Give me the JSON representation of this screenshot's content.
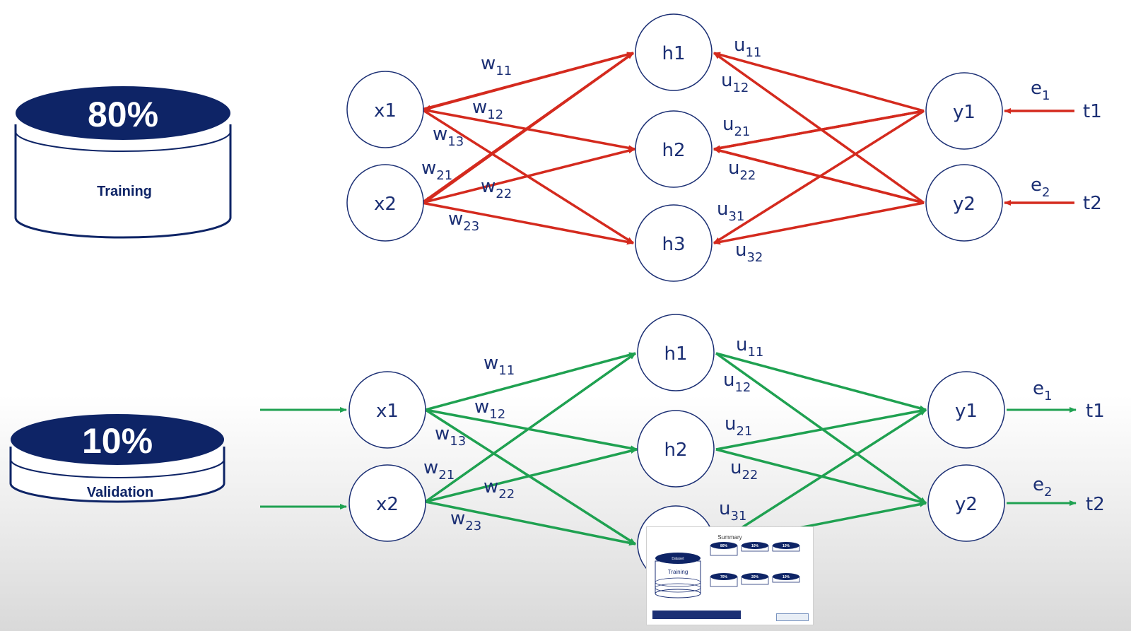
{
  "datasets": {
    "training": {
      "percent": "80%",
      "label": "Training"
    },
    "validation": {
      "percent": "10%",
      "label": "Validation"
    }
  },
  "network": {
    "inputs": [
      "x1",
      "x2"
    ],
    "hidden": [
      "h1",
      "h2",
      "h3"
    ],
    "outputs": [
      "y1",
      "y2"
    ],
    "targets": [
      "t1",
      "t2"
    ],
    "w_labels": [
      {
        "base": "w",
        "sub": "11"
      },
      {
        "base": "w",
        "sub": "12"
      },
      {
        "base": "w",
        "sub": "13"
      },
      {
        "base": "w",
        "sub": "21"
      },
      {
        "base": "w",
        "sub": "22"
      },
      {
        "base": "w",
        "sub": "23"
      }
    ],
    "u_labels": [
      {
        "base": "u",
        "sub": "11"
      },
      {
        "base": "u",
        "sub": "12"
      },
      {
        "base": "u",
        "sub": "21"
      },
      {
        "base": "u",
        "sub": "22"
      },
      {
        "base": "u",
        "sub": "31"
      },
      {
        "base": "u",
        "sub": "32"
      }
    ],
    "e_labels": [
      {
        "base": "e",
        "sub": "1"
      },
      {
        "base": "e",
        "sub": "2"
      }
    ]
  },
  "colors": {
    "backprop": "#d42a1e",
    "forward": "#1fa151",
    "node_stroke": "#1b2f74",
    "text": "#1b2f74",
    "db_fill": "#0e2466"
  },
  "thumbnail": {
    "title": "Summary",
    "dataset_label": "Dataset",
    "training_label": "Training",
    "splits_row1": [
      "80%",
      "10%",
      "10%"
    ],
    "splits_row2": [
      "70%",
      "20%",
      "10%"
    ]
  }
}
